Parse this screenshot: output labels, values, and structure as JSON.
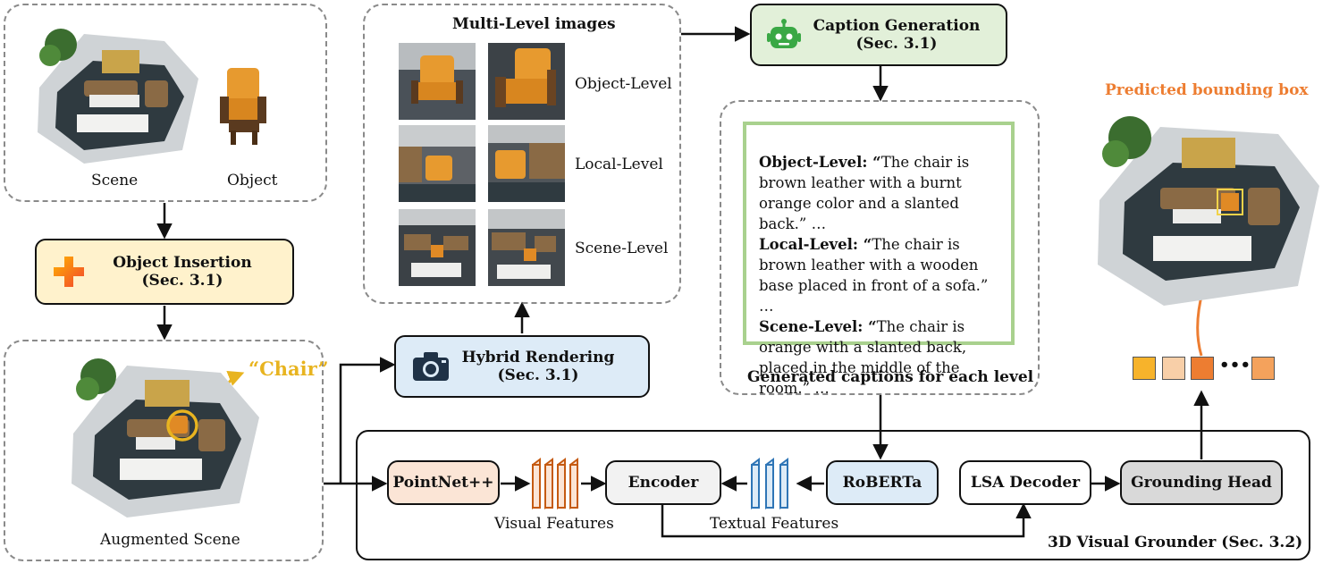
{
  "top_left": {
    "scene_label": "Scene",
    "object_label": "Object"
  },
  "object_insertion": {
    "title": "Object Insertion",
    "sec": "(Sec. 3.1)"
  },
  "augmented": {
    "label": "Augmented Scene",
    "chair_tag": "“Chair”"
  },
  "multilevel": {
    "title": "Multi-Level images",
    "rows": [
      "Object-Level",
      "Local-Level",
      "Scene-Level"
    ]
  },
  "hybrid": {
    "title": "Hybrid Rendering",
    "sec": "(Sec. 3.1)"
  },
  "caption_gen": {
    "title": "Caption Generation",
    "sec": "(Sec. 3.1)"
  },
  "captions": {
    "object_head": "Object-Level: “",
    "object_text": "The chair is brown leather with a burnt orange color and a slanted back.” …",
    "local_head": "Local-Level: “",
    "local_text": "The chair is brown leather with a wooden base placed in front of a sofa.” …",
    "scene_head": "Scene-Level: “",
    "scene_text": "The chair is orange with a slanted back, placed in the middle of the room.” …",
    "footer": "Generated captions for each level"
  },
  "predicted": {
    "label": "Predicted bounding box",
    "dots": "• • •"
  },
  "grounder": {
    "pointnet": "PointNet++",
    "encoder": "Encoder",
    "roberta": "RoBERTa",
    "lsa": "LSA Decoder",
    "head": "Grounding Head",
    "visual_features": "Visual Features",
    "textual_features": "Textual Features",
    "title": "3D Visual  Grounder (Sec. 3.2)"
  },
  "colors": {
    "orange_tag": "#e8b420",
    "predicted": "#ed7d31",
    "insertion_bg": "#fff2cc",
    "hybrid_bg": "#ddebf7",
    "caption_bg": "#e2f0d9",
    "pointnet_bg": "#fbe5d6",
    "roberta_bg": "#ddebf7",
    "head_bg": "#d9d9d9",
    "caption_border": "#a9d18e"
  }
}
